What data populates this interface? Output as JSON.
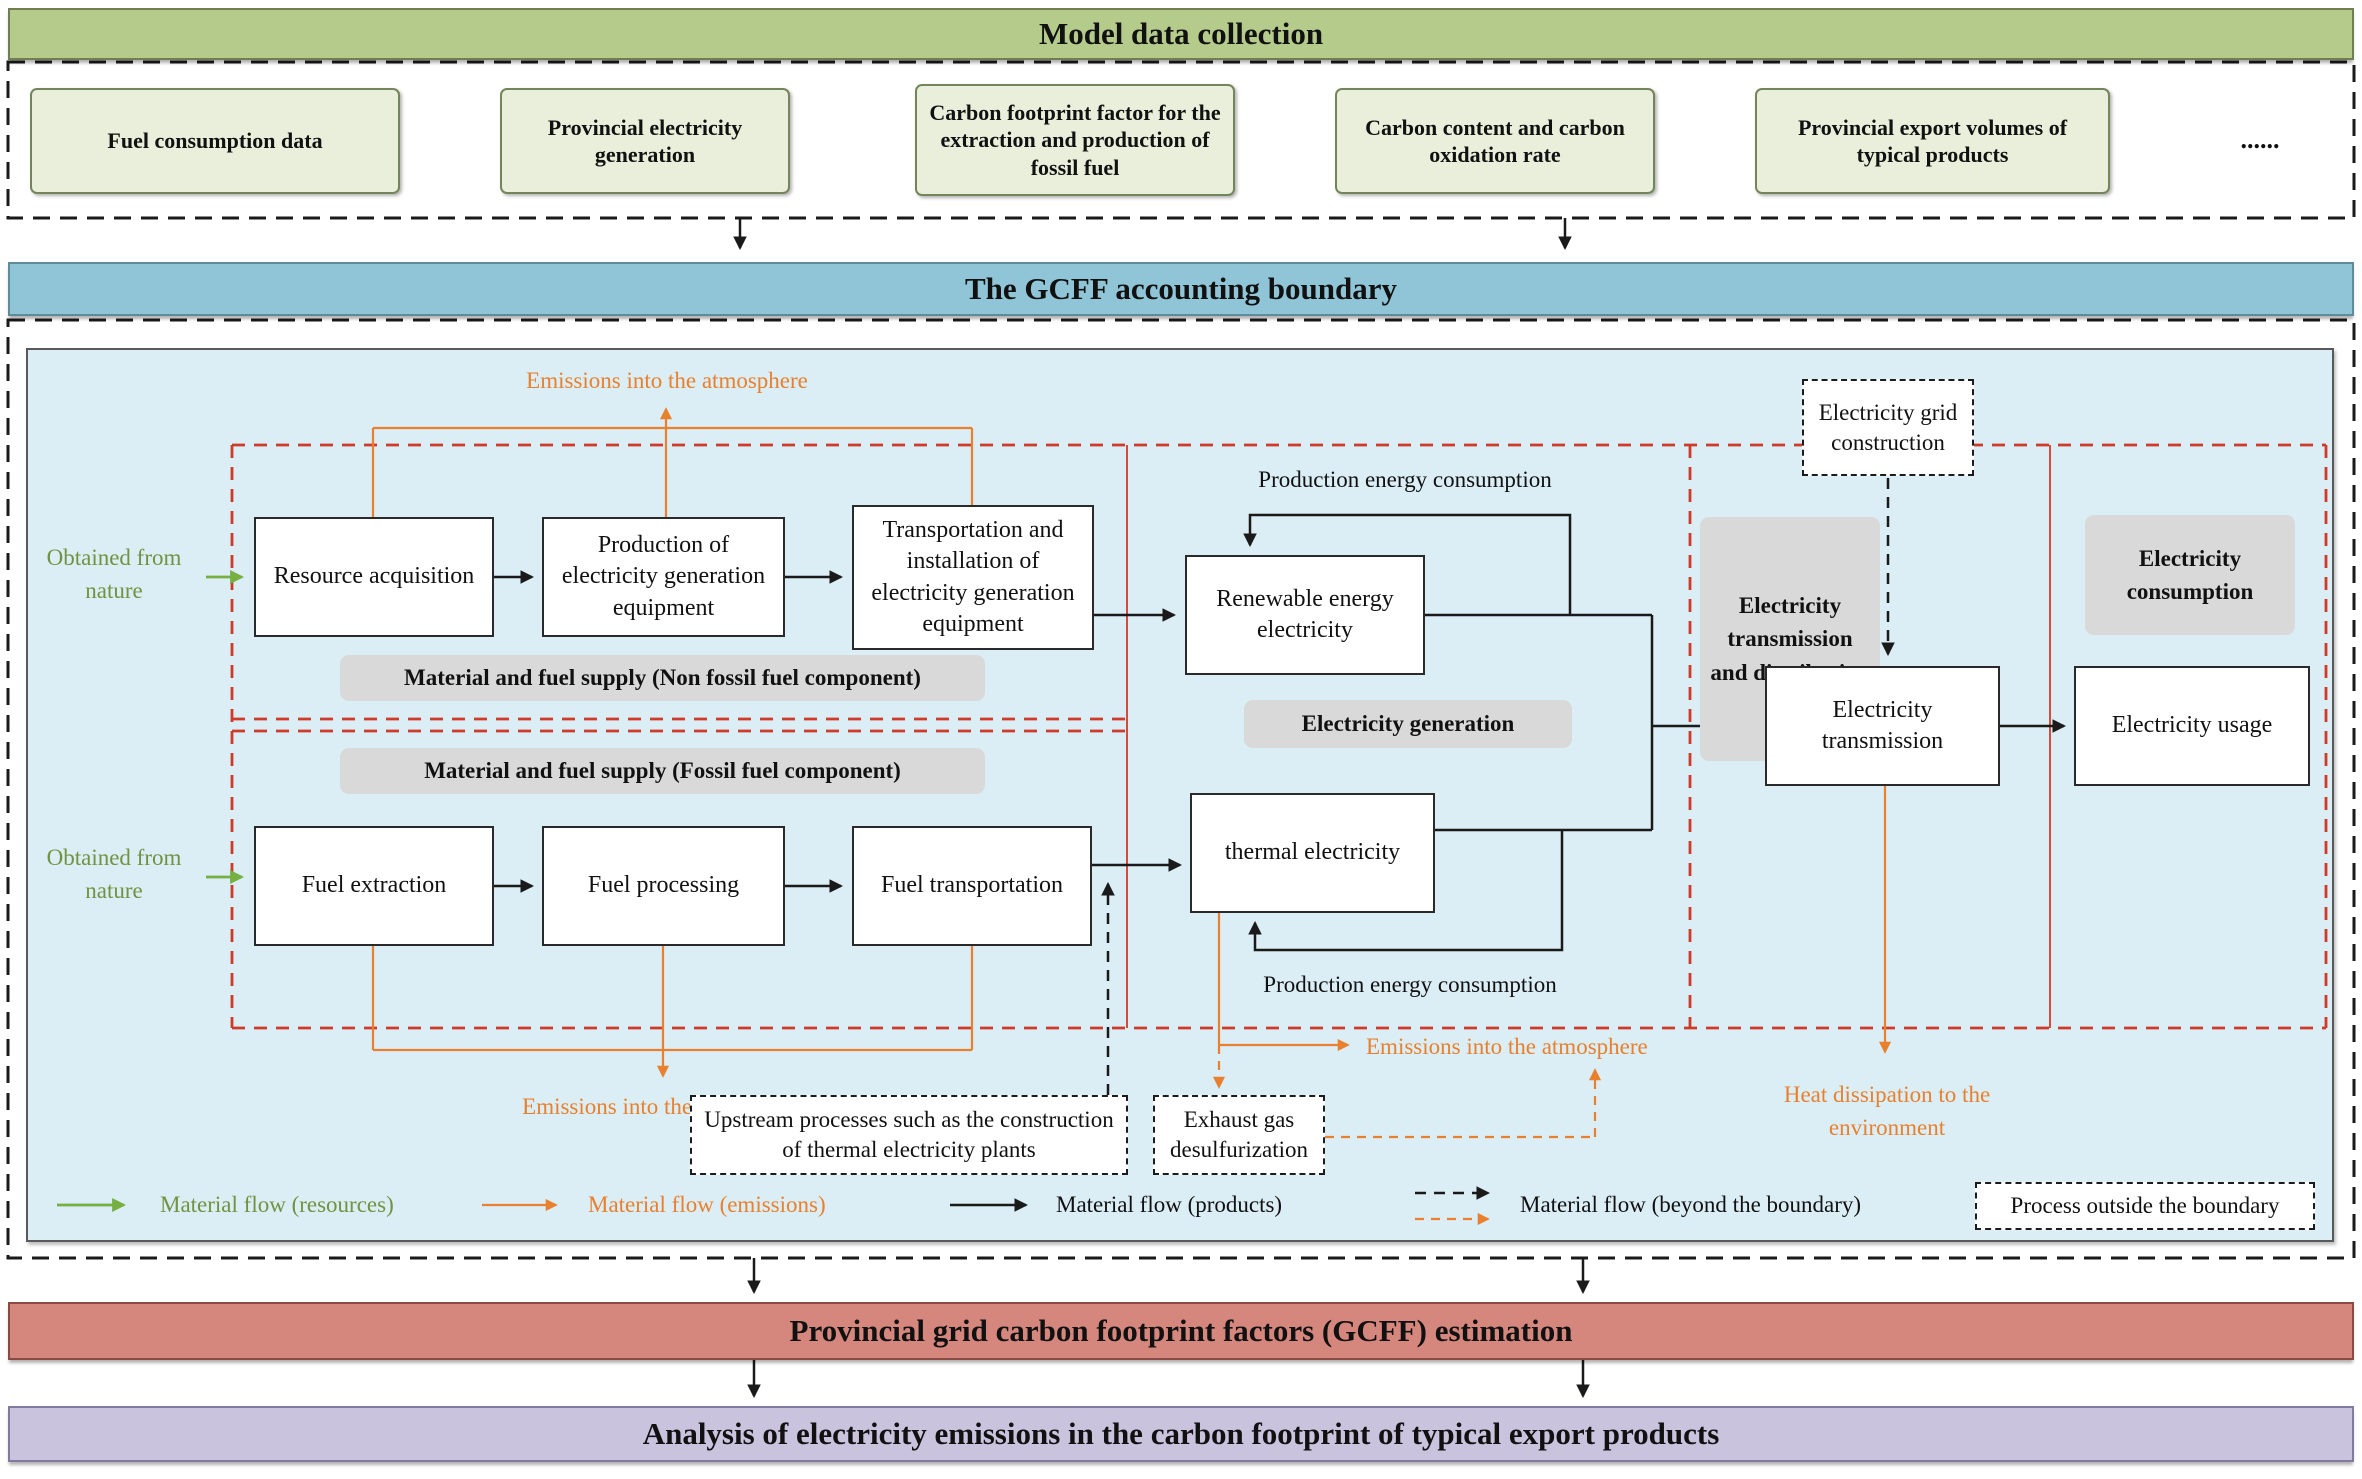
{
  "model_data": {
    "title": "Model data collection",
    "sources": [
      "Fuel consumption data",
      "Provincial electricity generation",
      "Carbon footprint factor for the extraction and production of fossil fuel",
      "Carbon content and carbon oxidation rate",
      "Provincial export volumes of typical products"
    ],
    "more": "......"
  },
  "gcff": {
    "title": "The GCFF accounting boundary"
  },
  "diagram": {
    "emissions_atmosphere": "Emissions into the atmosphere",
    "obtained_from_nature": "Obtained from nature",
    "nonfossil_chain": [
      "Resource acquisition",
      "Production of electricity generation equipment",
      "Transportation and installation of electricity generation equipment"
    ],
    "nonfossil_label": "Material and fuel supply (Non fossil fuel component)",
    "fossil_chain": [
      "Fuel extraction",
      "Fuel processing",
      "Fuel transportation"
    ],
    "fossil_label": "Material and fuel supply (Fossil fuel component)",
    "renewable_box": "Renewable energy electricity",
    "thermal_box": "thermal electricity",
    "generation_label": "Electricity generation",
    "production_energy_consumption": "Production energy consumption",
    "grid_construction_box": "Electricity grid construction",
    "transmission_label": "Electricity transmission and distribution",
    "transmission_box": "Electricity transmission",
    "consumption_label": "Electricity consumption",
    "usage_box": "Electricity usage",
    "heat_dissipation": "Heat dissipation to the environment",
    "upstream_box": "Upstream processes such as the construction of thermal electricity plants",
    "exhaust_box": "Exhaust gas desulfurization"
  },
  "legend": {
    "resources": "Material flow (resources)",
    "emissions": "Material flow (emissions)",
    "products": "Material flow (products)",
    "beyond": "Material flow (beyond the boundary)",
    "process_outside": "Process outside the boundary"
  },
  "footer": {
    "estimation": "Provincial grid carbon footprint factors (GCFF) estimation",
    "analysis": "Analysis of electricity emissions in the carbon footprint of typical export products"
  },
  "colors": {
    "green_bar": "#b5cb8b",
    "teal_bar": "#8fc5d6",
    "panel": "#dbedf5",
    "data_box": "#e9efdb",
    "gray_label": "#d9d9d9",
    "red_bar": "#d6877d",
    "purple_bar": "#c9c3de",
    "flow_resources": "#76b043",
    "flow_emissions": "#e8802e",
    "flow_products": "#1a1a1a",
    "boundary_red": "#d03a28",
    "green_text": "#6f9441"
  }
}
